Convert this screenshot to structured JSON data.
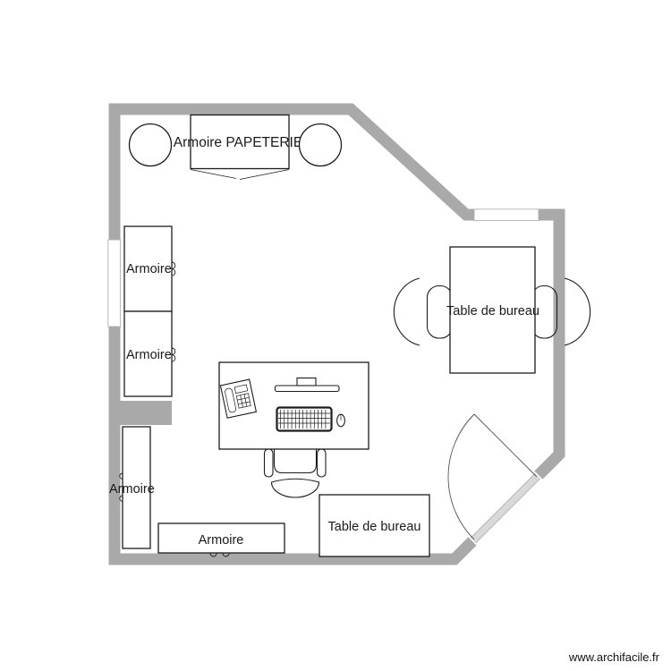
{
  "app": {
    "watermark": "www.archifacile.fr"
  },
  "colors": {
    "wall": "#a9a9a9",
    "window_fill": "#ffffff",
    "window_border": "#b0b0b0",
    "door_panel": "#d9d9d9",
    "door_panel_edge": "#b3b3b3",
    "door_arc": "#555555",
    "furniture_outline": "#1c1c1c",
    "background": "#ffffff"
  },
  "room": {
    "type": "office-floor-plan",
    "walls": "pentagon with chamfered top-right and bottom-right corners",
    "openings": [
      "left-window",
      "top-right-window",
      "bottom-right-door"
    ]
  },
  "furniture": {
    "papeterie_cabinet": {
      "label": "Armoire PAPETERIE"
    },
    "round_table_left": {
      "label": ""
    },
    "round_table_right": {
      "label": ""
    },
    "left_cabinet_top": {
      "label": "Armoire"
    },
    "left_cabinet_bottom": {
      "label": "Armoire"
    },
    "bottom_left_cabinet": {
      "label": "Armoire"
    },
    "bottom_cabinet": {
      "label": "Armoire"
    },
    "right_desk": {
      "label": "Table de bureau"
    },
    "bottom_desk": {
      "label": "Table de bureau"
    },
    "center_desk": {
      "label": "",
      "items": [
        "phone",
        "monitor",
        "keyboard",
        "mouse",
        "office-chair"
      ]
    }
  }
}
